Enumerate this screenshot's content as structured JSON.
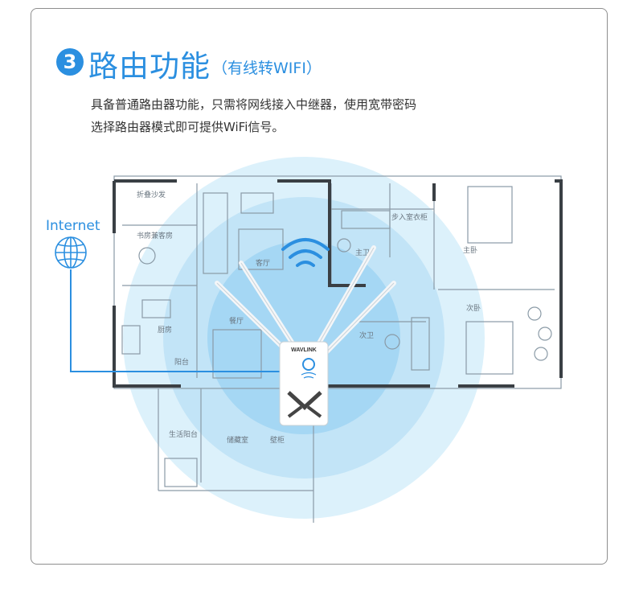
{
  "header": {
    "step_number": "3",
    "title": "路由功能",
    "subtitle": "（有线转WIFI）"
  },
  "description": {
    "line1": "具备普通路由器功能，只需将网线接入中继器，使用宽带密码",
    "line2": "选择路由器模式即可提供WiFi信号。"
  },
  "diagram": {
    "internet_label": "Internet",
    "device_brand": "WAVLINK",
    "rooms": {
      "sofa": "折叠沙发",
      "study_guest": "书房兼客房",
      "living": "客厅",
      "dining": "餐厅",
      "kitchen": "厨房",
      "balcony_window": "阳台",
      "master_bath": "主卫",
      "walkin_closet": "步入室衣柜",
      "master_bedroom": "主卧",
      "second_bedroom": "次卧",
      "second_bath": "次卫",
      "laundry_balcony": "生活阳台",
      "storage": "储藏室",
      "cabinet": "壁柜"
    },
    "colors": {
      "accent": "#2b8fe0",
      "coverage": "#bfe3f7",
      "coverage_inner": "#8fcdf0",
      "floorplan_line": "#8a9aa6",
      "wall": "#3a3f44"
    }
  }
}
